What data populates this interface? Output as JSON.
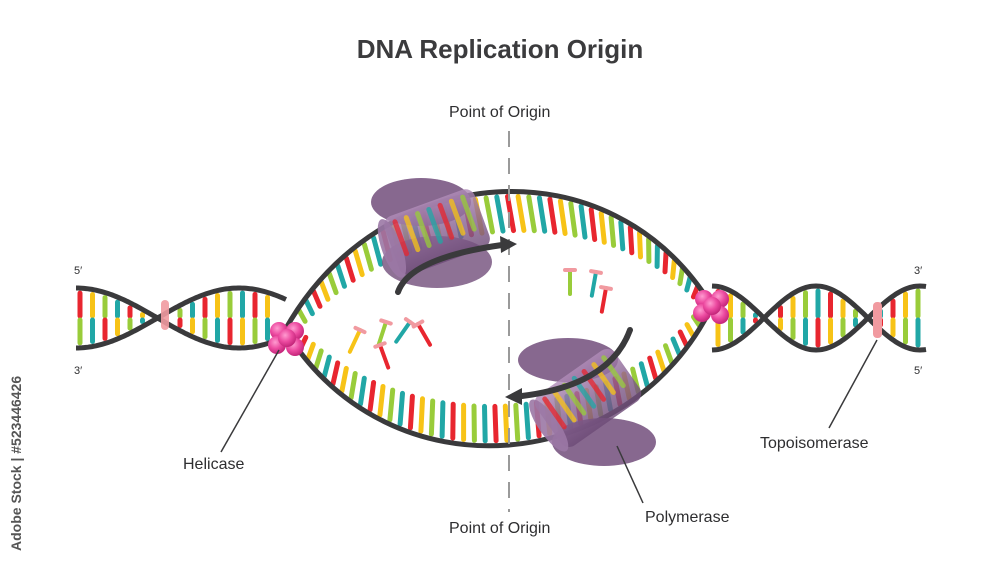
{
  "title": "DNA Replication Origin",
  "labels": {
    "origin_top": "Point of Origin",
    "origin_bottom": "Point of Origin",
    "helicase": "Helicase",
    "polymerase": "Polymerase",
    "topoisomerase": "Topoisomerase"
  },
  "ends": {
    "left_top": "5′",
    "left_bottom": "3′",
    "right_top": "3′",
    "right_bottom": "5′"
  },
  "watermark": "Adobe Stock | #523446426",
  "colors": {
    "backbone": "#3a3a3c",
    "base_red": "#e8262f",
    "base_yellow": "#f7c317",
    "base_green": "#99cc3a",
    "base_teal": "#21a7a6",
    "helicase": "#e8409a",
    "polymerase": "#7d5a86",
    "topoisomerase": "#f19aa0",
    "origin_line": "#9a9a9a"
  }
}
